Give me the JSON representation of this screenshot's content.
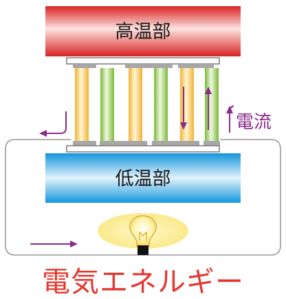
{
  "hot_block": {
    "label": "高温部"
  },
  "cold_block": {
    "label": "低温部"
  },
  "current": {
    "label": "電流"
  },
  "caption": {
    "text": "電気エネルギー"
  },
  "colors": {
    "hot_red": "#d92b2b",
    "cold_blue": "#1aa7e6",
    "element_yellow": "#f7c342",
    "element_green": "#8cc63f",
    "arrow_purple": "#8a2a8a",
    "caption_red": "#e4372f"
  },
  "icons": {
    "bulb": "light-bulb-icon"
  }
}
